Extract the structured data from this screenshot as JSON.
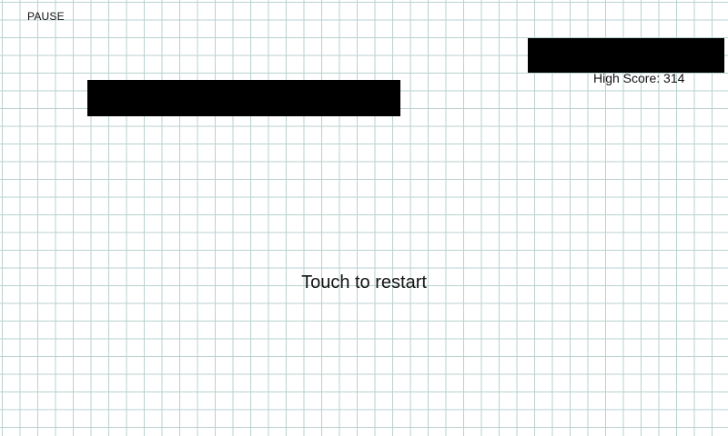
{
  "hud": {
    "pause_label": "PAUSE",
    "high_score_label": "High Score: 314"
  },
  "overlay": {
    "restart_text": "Touch to restart"
  },
  "colors": {
    "grid_line": "#b9d2d0",
    "background": "#ffffff",
    "redaction": "#000000",
    "text": "#111111"
  }
}
